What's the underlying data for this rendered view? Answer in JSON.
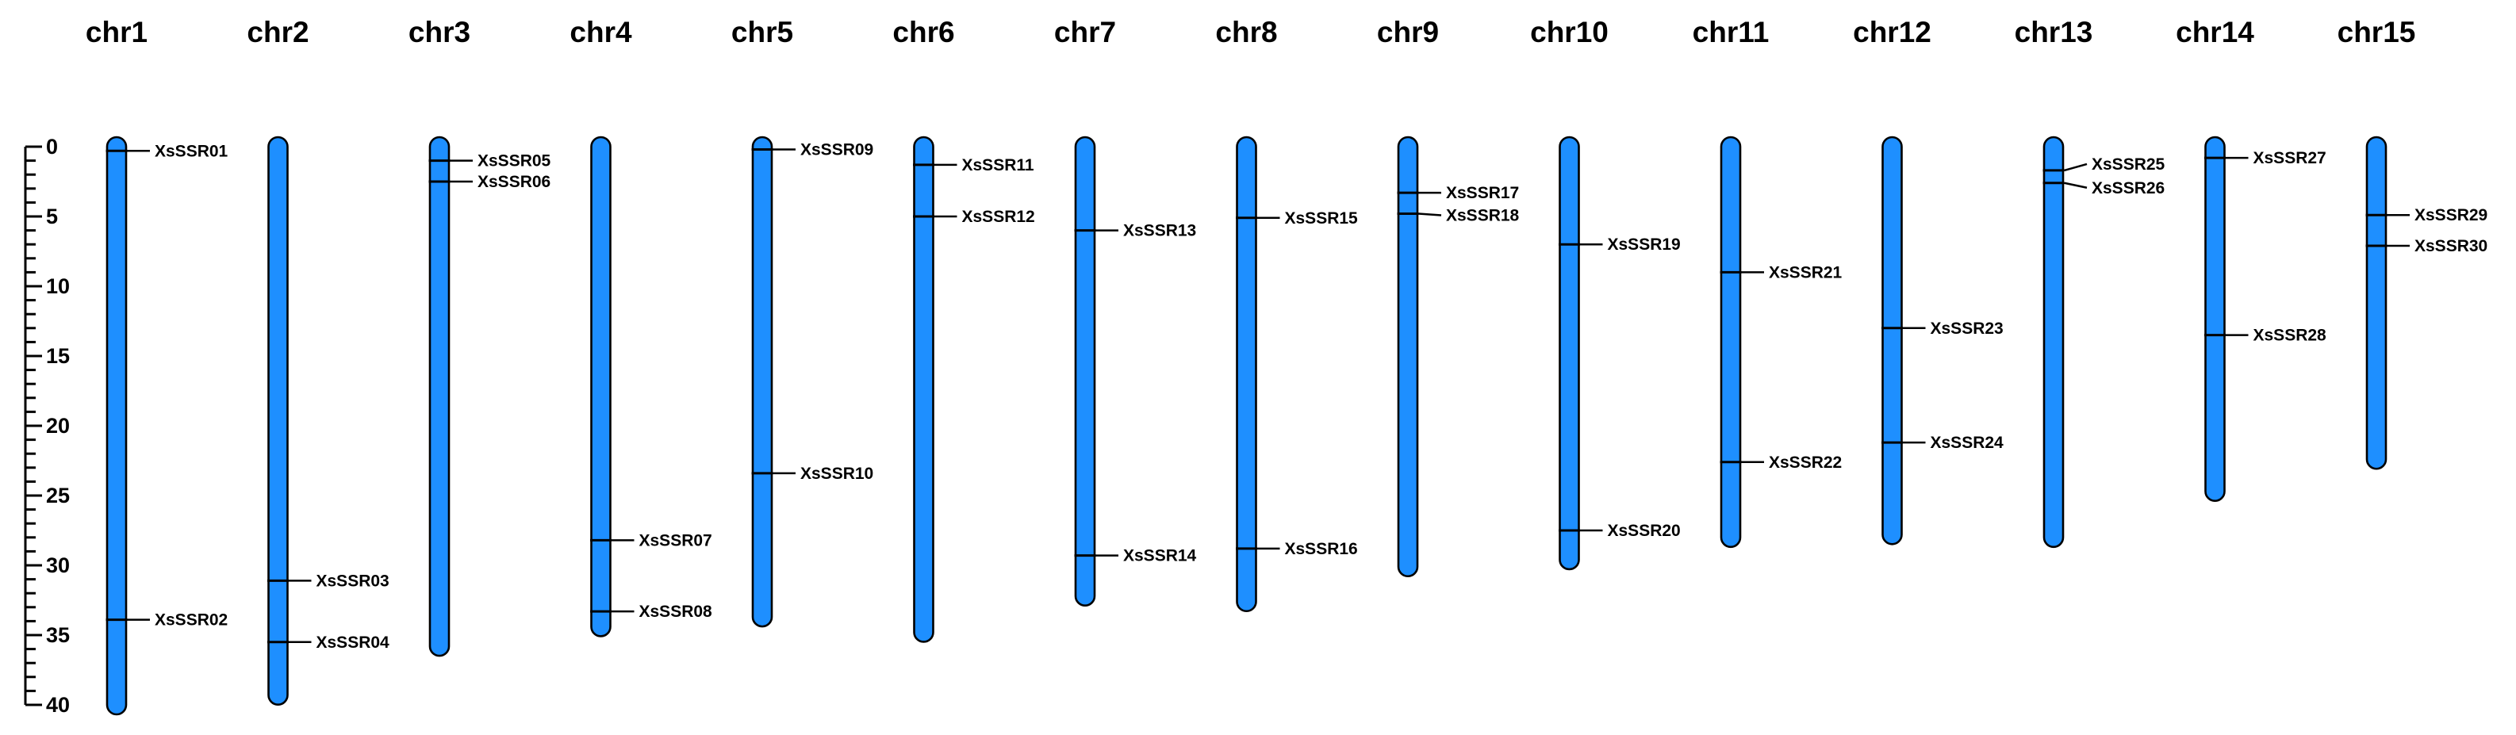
{
  "figure": {
    "background_color": "#ffffff",
    "chromosome_fill_color": "#1E8FFF",
    "outline_color": "#000000",
    "text_color": "#000000"
  },
  "ruler": {
    "min": 0,
    "max": 40,
    "major_step": 5,
    "minor_step": 1,
    "major_labels": [
      "0",
      "5",
      "10",
      "15",
      "20",
      "25",
      "30",
      "35",
      "40"
    ]
  },
  "chart_data": {
    "type": "bar",
    "variant": "chromosome-linkage-map",
    "orientation": "vertical",
    "title": "",
    "xlabel": "",
    "ylabel": "",
    "axis": {
      "min": 0,
      "max": 40,
      "major_tick": 5,
      "minor_tick": 1,
      "position": "left"
    },
    "categories": [
      "chr1",
      "chr2",
      "chr3",
      "chr4",
      "chr5",
      "chr6",
      "chr7",
      "chr8",
      "chr9",
      "chr10",
      "chr11",
      "chr12",
      "chr13",
      "chr14",
      "chr15"
    ],
    "values": [
      40.0,
      39.3,
      35.8,
      34.4,
      33.7,
      34.8,
      32.2,
      32.6,
      30.1,
      29.6,
      28.0,
      27.8,
      28.0,
      24.7,
      22.4
    ],
    "chromosomes": [
      {
        "name": "chr1",
        "length": 40.0,
        "markers": [
          {
            "name": "XsSSR01",
            "pos": 0.3,
            "label_dy": 0
          },
          {
            "name": "XsSSR02",
            "pos": 33.9,
            "label_dy": 0
          }
        ]
      },
      {
        "name": "chr2",
        "length": 39.3,
        "markers": [
          {
            "name": "XsSSR03",
            "pos": 31.1,
            "label_dy": 0
          },
          {
            "name": "XsSSR04",
            "pos": 35.5,
            "label_dy": 0
          }
        ]
      },
      {
        "name": "chr3",
        "length": 35.8,
        "markers": [
          {
            "name": "XsSSR05",
            "pos": 1.0,
            "label_dy": 0
          },
          {
            "name": "XsSSR06",
            "pos": 2.5,
            "label_dy": 0
          }
        ]
      },
      {
        "name": "chr4",
        "length": 34.4,
        "markers": [
          {
            "name": "XsSSR07",
            "pos": 28.2,
            "label_dy": 0
          },
          {
            "name": "XsSSR08",
            "pos": 33.3,
            "label_dy": 0
          }
        ]
      },
      {
        "name": "chr5",
        "length": 33.7,
        "markers": [
          {
            "name": "XsSSR09",
            "pos": 0.2,
            "label_dy": 0
          },
          {
            "name": "XsSSR10",
            "pos": 23.4,
            "label_dy": 0
          }
        ]
      },
      {
        "name": "chr6",
        "length": 34.8,
        "markers": [
          {
            "name": "XsSSR11",
            "pos": 1.3,
            "label_dy": 0
          },
          {
            "name": "XsSSR12",
            "pos": 5.0,
            "label_dy": 0
          }
        ]
      },
      {
        "name": "chr7",
        "length": 32.2,
        "markers": [
          {
            "name": "XsSSR13",
            "pos": 6.0,
            "label_dy": 0
          },
          {
            "name": "XsSSR14",
            "pos": 29.3,
            "label_dy": 0
          }
        ]
      },
      {
        "name": "chr8",
        "length": 32.6,
        "markers": [
          {
            "name": "XsSSR15",
            "pos": 5.1,
            "label_dy": 0
          },
          {
            "name": "XsSSR16",
            "pos": 28.8,
            "label_dy": 0
          }
        ]
      },
      {
        "name": "chr9",
        "length": 30.1,
        "markers": [
          {
            "name": "XsSSR17",
            "pos": 3.3,
            "label_dy": 0
          },
          {
            "name": "XsSSR18",
            "pos": 4.8,
            "label_dy": 2
          }
        ]
      },
      {
        "name": "chr10",
        "length": 29.6,
        "markers": [
          {
            "name": "XsSSR19",
            "pos": 7.0,
            "label_dy": 0
          },
          {
            "name": "XsSSR20",
            "pos": 27.5,
            "label_dy": 0
          }
        ]
      },
      {
        "name": "chr11",
        "length": 28.0,
        "markers": [
          {
            "name": "XsSSR21",
            "pos": 9.0,
            "label_dy": 0
          },
          {
            "name": "XsSSR22",
            "pos": 22.6,
            "label_dy": 0
          }
        ]
      },
      {
        "name": "chr12",
        "length": 27.8,
        "markers": [
          {
            "name": "XsSSR23",
            "pos": 13.0,
            "label_dy": 0
          },
          {
            "name": "XsSSR24",
            "pos": 21.2,
            "label_dy": 0
          }
        ]
      },
      {
        "name": "chr13",
        "length": 28.0,
        "markers": [
          {
            "name": "XsSSR25",
            "pos": 1.7,
            "label_dy": -8
          },
          {
            "name": "XsSSR26",
            "pos": 2.6,
            "label_dy": 6
          }
        ]
      },
      {
        "name": "chr14",
        "length": 24.7,
        "markers": [
          {
            "name": "XsSSR27",
            "pos": 0.8,
            "label_dy": 0
          },
          {
            "name": "XsSSR28",
            "pos": 13.5,
            "label_dy": 0
          }
        ]
      },
      {
        "name": "chr15",
        "length": 22.4,
        "markers": [
          {
            "name": "XsSSR29",
            "pos": 4.9,
            "label_dy": 0
          },
          {
            "name": "XsSSR30",
            "pos": 7.1,
            "label_dy": 0
          }
        ]
      }
    ]
  }
}
